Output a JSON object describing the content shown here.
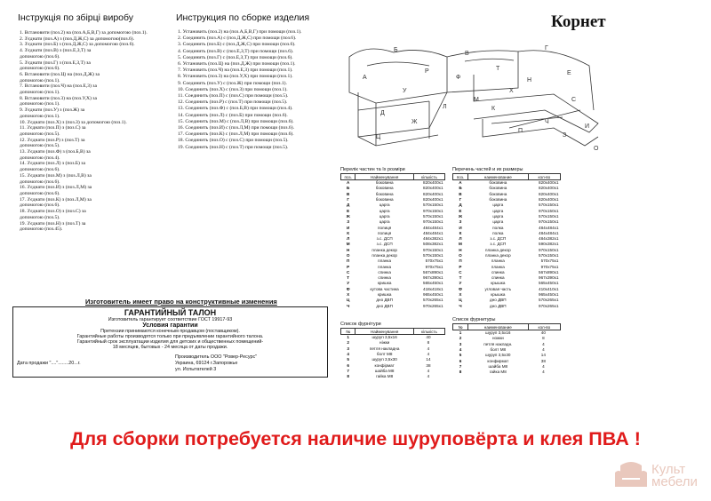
{
  "product_title": "Корнет",
  "ua_instructions": {
    "heading": "Інструкція по збірці виробу",
    "items": [
      "1. Встановити (поз.2) на (поз.А,Б,В,Г) за допомогою (поз.1).",
      "2. З'єднати  (поз.А) з (поз.Д,Ж,С) за допомогою(поз.6).",
      "3. З'єднати  (поз.Б) з (поз.Д,Ж,С) за допомогою (поз.6).",
      "4. З'єднати  (поз.В) з (поз.Е,З,Т) за",
      "допомогою (поз.6).",
      "5. З'єднати  (поз.Г) з  (поз.Е,З,Т)  за",
      " допомогою (поз.6).",
      "6. Встановити (поз.Ц) на (поз.Д,Ж) за",
      "допомогою (поз.1).",
      "7. Встановити (поз.Ч) на (поз.Е,З) за",
      "допомогою (поз.1).",
      "8. Встановити (поз.3) на (поз.У,Х) за",
      "допомогою (поз.1).",
      "9. З'єднати  (поз.У) з (поз.Ж) за",
      "допомогою (поз.1).",
      "10. З'єднати  (поз.Х) з (поз.З)  за     допомогою (поз.1).",
      "11. З'єднати  (поз.П) з (поз.С)  за",
      " допомогою (поз.5).",
      "12. З'єднати  (поз.Р) з (поз.Т)  за",
      "допомогою (поз.5).",
      "13. З'єднати  (поз.Ф) з (поз.Б,В)  за",
      "допомогою (поз.4).",
      "14. З'єднати  (поз.Л) з (поз.Б)  за",
      "допомогою (поз.6).",
      "15. З'єднати  (поз.М) з (поз.Л,В)  за",
      "допомогою (поз.6).",
      "16. З'єднати  (поз.И) з (поз.Л,М)  за",
      "допомогою (поз.6).",
      "17. З'єднати  (поз.К) з (поз.Л,М)  за",
      "допомогою (поз.6).",
      "18. З'єднати  (поз.О) з (поз.С)  за",
      "допомогою (поз.5).",
      "19. З'єднати  (поз.Н) з (поз.Т)  за",
      "допомогою (поз.45)."
    ]
  },
  "ru_instructions": {
    "heading": "Инструкция по сборке изделия",
    "items": [
      "1. Установить (поз.2) на (поз.А,Б,В,Г) при помощи (поз.1).",
      "2. Соединить  (поз.А) с (поз.Д,Ж,С) при помощи (поз.6).",
      "3. Соединить  (поз.Б) с (поз.Д,Ж,С)  при помощи (поз.6).",
      "4. Соединить  (поз.В) с (поз.Е,З,Т)  при помощи (поз.6).",
      "5. Соединить  (поз.Г) с (поз.Е,З,Т)  при помощи (поз.6).",
      "6. Установить (поз.Ц) на (поз.Д,Ж) при помощи (поз.1).",
      "7. Установить (поз.Ч) на (поз.Е,З) при помощи (поз.1).",
      "8. Установить (поз.3) на (поз.У,Х) при помощи (поз.1).",
      "9. Соединить  (поз.У) с (поз.Ж) при помощи (поз.1).",
      "10. Соединить  (поз.Х) с (поз.З) при помощи (поз.1).",
      "11. Соединить  (поз.П) с (поз.С) при помощи (поз.5).",
      "12. Соединить  (поз.Р) с (поз.Т) при помощи (поз.5).",
      "13. Соединить  (поз.Ф) с (поз.Б,В) при помощи (поз.4).",
      "14. Соединить  (поз.Л) с (поз.Б) при помощи (поз.6).",
      "15. Соединить  (поз.М) с (поз.Л,В) при помощи (поз.6).",
      "16. Соединить  (поз.И) с (поз.Л,М) при помощи (поз.6).",
      "17. Соединить  (поз.К) с (поз.Л,М) при помощи (поз.6).",
      "18. Соединить  (поз.О) с (поз.С) при помощи (поз.5).",
      "19. Соединить  (поз.Н) с (поз.Т) при помощи (поз.5)."
    ]
  },
  "drawing_labels": [
    "Б",
    "В",
    "Г",
    "А",
    "Ф",
    "Р",
    "Т",
    "Е",
    "Н",
    "Д",
    "У",
    "Х",
    "М",
    "Л",
    "К",
    "С",
    "Ц",
    "Ч",
    "П",
    "Ж",
    "З",
    "И",
    "О"
  ],
  "ua_parts": {
    "caption": "Перелік частин та їх розміри",
    "headers": [
      "поз.",
      "Найменування",
      "кількість"
    ],
    "rows": [
      [
        "А",
        "боковина",
        "820х400х1"
      ],
      [
        "Б",
        "боковина",
        "820х400х1"
      ],
      [
        "В",
        "боковина",
        "820х400х1"
      ],
      [
        "Г",
        "боковина",
        "820х400х1"
      ],
      [
        "Д",
        "царга",
        "570х150х1"
      ],
      [
        "Е",
        "царга",
        "970х150х1"
      ],
      [
        "Ж",
        "царга",
        "570х150х1"
      ],
      [
        "З",
        "царга",
        "970х150х1"
      ],
      [
        "И",
        "полиця",
        "484х484х1"
      ],
      [
        "К",
        "полиця",
        "484х484х1"
      ],
      [
        "Л",
        "з.с. ДСП",
        "484х382х1"
      ],
      [
        "М",
        "з.с. ДСП",
        "508х382х1"
      ],
      [
        "Н",
        "планка декор",
        "970х150х1"
      ],
      [
        "О",
        "планка декор",
        "570х150х1"
      ],
      [
        "П",
        "планка",
        "570х75х1"
      ],
      [
        "Р",
        "планка",
        "970х75х1"
      ],
      [
        "С",
        "спинка",
        "567х890х1"
      ],
      [
        "Т",
        "спинка",
        "967х390х1"
      ],
      [
        "У",
        "кришка",
        "565х450х1"
      ],
      [
        "Ф",
        "кутова частина",
        "418х418х1"
      ],
      [
        "Х",
        "кришка",
        "965х450х1"
      ],
      [
        "Ц",
        "дно ДВП",
        "570х265х1"
      ],
      [
        "Ч",
        "дно ДВП",
        "970х265х1"
      ]
    ]
  },
  "ru_parts": {
    "caption": "Перечень частей и их размеры",
    "headers": [
      "поз.",
      "наименование",
      "кол-во"
    ],
    "rows": [
      [
        "А",
        "боковина",
        "820х400х1"
      ],
      [
        "Б",
        "боковина",
        "820х400х1"
      ],
      [
        "В",
        "боковина",
        "820х400х1"
      ],
      [
        "Г",
        "боковина",
        "820х400х1"
      ],
      [
        "Д",
        "царга",
        "570х150х1"
      ],
      [
        "Е",
        "царга",
        "970х150х1"
      ],
      [
        "Ж",
        "царга",
        "570х150х1"
      ],
      [
        "З",
        "царга",
        "970х150х1"
      ],
      [
        "И",
        "полка",
        "484х484х1"
      ],
      [
        "К",
        "полка",
        "484х484х1"
      ],
      [
        "Л",
        "з.с. ДСП",
        "484х382х1"
      ],
      [
        "М",
        "з.с. ДСП",
        "590х382х1"
      ],
      [
        "Н",
        "планка декор",
        "970х150х1"
      ],
      [
        "О",
        "планка декор",
        "570х150х1"
      ],
      [
        "П",
        "планка",
        "570х75х1"
      ],
      [
        "Р",
        "планка",
        "970х75х1"
      ],
      [
        "С",
        "спинка",
        "567х890х1"
      ],
      [
        "Т",
        "спинка",
        "967х390х1"
      ],
      [
        "У",
        "крышка",
        "565х450х1"
      ],
      [
        "Ф",
        "угловая часть",
        "410х410х1"
      ],
      [
        "Х",
        "крышка",
        "965х450х1"
      ],
      [
        "Ц",
        "дно ДВП",
        "570х265х1"
      ],
      [
        "Ч",
        "дно ДВП",
        "970х265х1"
      ]
    ]
  },
  "ua_fittings": {
    "caption": "Список фурнітури",
    "headers": [
      "№",
      "Найменування",
      "кількість"
    ],
    "rows": [
      [
        "1",
        "шуруп 3,5х16",
        "40"
      ],
      [
        "2",
        "ніжки",
        "8"
      ],
      [
        "3",
        "петля накладна",
        "4"
      ],
      [
        "4",
        "болт М8",
        "4"
      ],
      [
        "5",
        "шуруп 3,5х30",
        "14"
      ],
      [
        "6",
        "конфірмат",
        "38"
      ],
      [
        "7",
        "шайба М8",
        "4"
      ],
      [
        "8",
        "гайка М8",
        "4"
      ]
    ]
  },
  "ru_fittings": {
    "caption": "Список фурнитуры",
    "headers": [
      "№",
      "наименование",
      "кол-во"
    ],
    "rows": [
      [
        "1",
        "шуруп 3,5х16",
        "40"
      ],
      [
        "2",
        "ножки",
        "8"
      ],
      [
        "3",
        "петля накладн.",
        "4"
      ],
      [
        "4",
        "болт М8",
        "4"
      ],
      [
        "5",
        "шуруп 3,5х30",
        "14"
      ],
      [
        "6",
        "конфирмат",
        "38"
      ],
      [
        "7",
        "шайба М8",
        "4"
      ],
      [
        "8",
        "гайка М8",
        "4"
      ]
    ]
  },
  "warranty": {
    "notice": "Изготовитель имеет право на конструктивные изменения",
    "title": "ГАРАНТИЙНЫЙ ТАЛОН",
    "standard": "Изготовитель гарантирует соответствие ГОСТ 19917-93",
    "conditions_title": "Условия гарантии",
    "lines": [
      "Претензии принимаются конечным продавцом (поставщиком).",
      "Гарантийные работы производятся только при предъявлении гарантийного талона.",
      "Гарантийный срок эксплуатации изделия для детских и общественных помещений-",
      "18 месяцев, бытовых - 24 месяца от даты продажи."
    ],
    "sale_date": "Дата продажи \"....\"........20...г.",
    "maker": [
      "Производитель ООО \"Ровер-Ресурс\"",
      "Украина, 69124 г.Запорожье",
      "ул. Испытателей 3"
    ]
  },
  "cta": "Для сборки потребуется наличие шуруповёрта и клея ПВА !",
  "logo": {
    "line1": "Культ",
    "line2": "мебели"
  }
}
